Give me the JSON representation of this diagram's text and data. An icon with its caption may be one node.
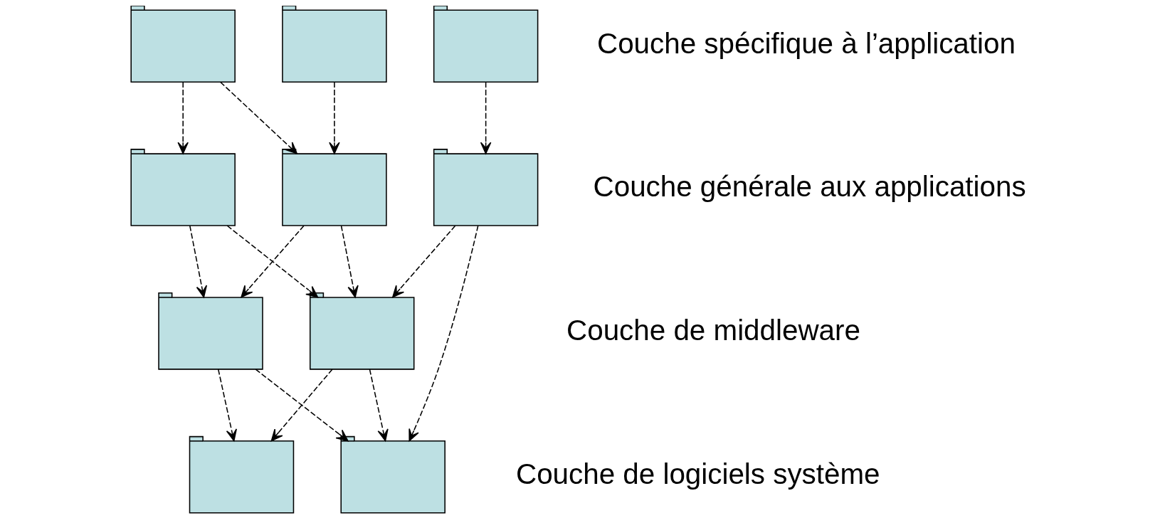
{
  "diagram": {
    "nodes": [
      {
        "text": [],
        "shape": "folder"
      },
      {
        "text": [],
        "shape": "folder"
      },
      {
        "text": [],
        "shape": "folder"
      },
      {
        "text": [],
        "shape": "folder"
      },
      {
        "text": [],
        "shape": "folder"
      },
      {
        "text": [],
        "shape": "folder"
      },
      {
        "text": [],
        "shape": "folder"
      },
      {
        "text": [],
        "shape": "folder"
      },
      {
        "text": [],
        "shape": "folder"
      },
      {
        "text": [],
        "shape": "folder"
      }
    ],
    "edges": [
      {
        "from": 0,
        "to": 3,
        "arrow": "to",
        "style": "dashed"
      },
      {
        "from": 0,
        "to": 4,
        "arrow": "to",
        "style": "dashed"
      },
      {
        "from": 1,
        "to": 4,
        "arrow": "to",
        "style": "dashed"
      },
      {
        "from": 2,
        "to": 5,
        "arrow": "to",
        "style": "dashed"
      },
      {
        "from": 3,
        "to": 6,
        "arrow": "to",
        "style": "dashed"
      },
      {
        "from": 3,
        "to": 7,
        "arrow": "to",
        "style": "dashed"
      },
      {
        "from": 4,
        "to": 6,
        "arrow": "to",
        "style": "dashed"
      },
      {
        "from": 4,
        "to": 7,
        "arrow": "to",
        "style": "dashed"
      },
      {
        "from": 5,
        "to": 7,
        "arrow": "to",
        "style": "dashed"
      },
      {
        "from": 5,
        "to": 9,
        "arrow": "to",
        "style": "dashed"
      },
      {
        "from": 6,
        "to": 8,
        "arrow": "to",
        "style": "dashed"
      },
      {
        "from": 6,
        "to": 9,
        "arrow": "to",
        "style": "dashed"
      },
      {
        "from": 7,
        "to": 8,
        "arrow": "to",
        "style": "dashed"
      },
      {
        "from": 7,
        "to": 9,
        "arrow": "to",
        "style": "dashed"
      }
    ],
    "labels": [
      "Couche spécifique à l’application",
      "Couche générale aux applications",
      "Couche de middleware",
      "Couche de logiciels système"
    ]
  }
}
